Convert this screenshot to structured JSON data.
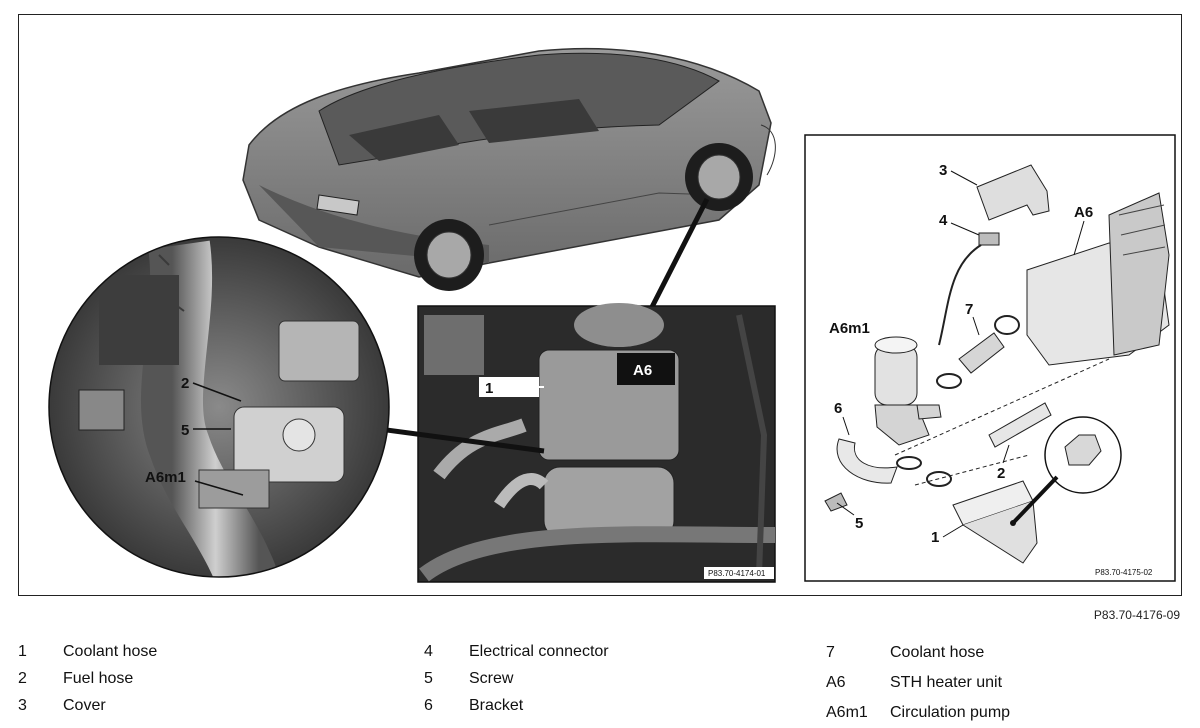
{
  "figure": {
    "main_callouts": {
      "inset1": {
        "c1": "1",
        "a6": "A6",
        "code": "P83.70-4174-01"
      },
      "zoom": {
        "c2": "2",
        "c5": "5",
        "a6m1": "A6m1"
      },
      "exploded": {
        "c3": "3",
        "c4": "4",
        "a6": "A6",
        "a6m1": "A6m1",
        "c7": "7",
        "c6": "6",
        "c2": "2",
        "c5": "5",
        "c1": "1",
        "code": "P83.70-4175-02"
      }
    },
    "ref": "P83.70-4176-09"
  },
  "legend": {
    "col1": [
      {
        "key": "1",
        "label": "Coolant hose"
      },
      {
        "key": "2",
        "label": "Fuel hose"
      },
      {
        "key": "3",
        "label": "Cover"
      }
    ],
    "col2": [
      {
        "key": "4",
        "label": "Electrical connector"
      },
      {
        "key": "5",
        "label": "Screw"
      },
      {
        "key": "6",
        "label": "Bracket"
      }
    ],
    "col3": [
      {
        "key": "7",
        "label": "Coolant hose"
      },
      {
        "key": "A6",
        "label": "STH heater unit"
      },
      {
        "key": "A6m1",
        "label": "Circulation pump"
      }
    ]
  }
}
